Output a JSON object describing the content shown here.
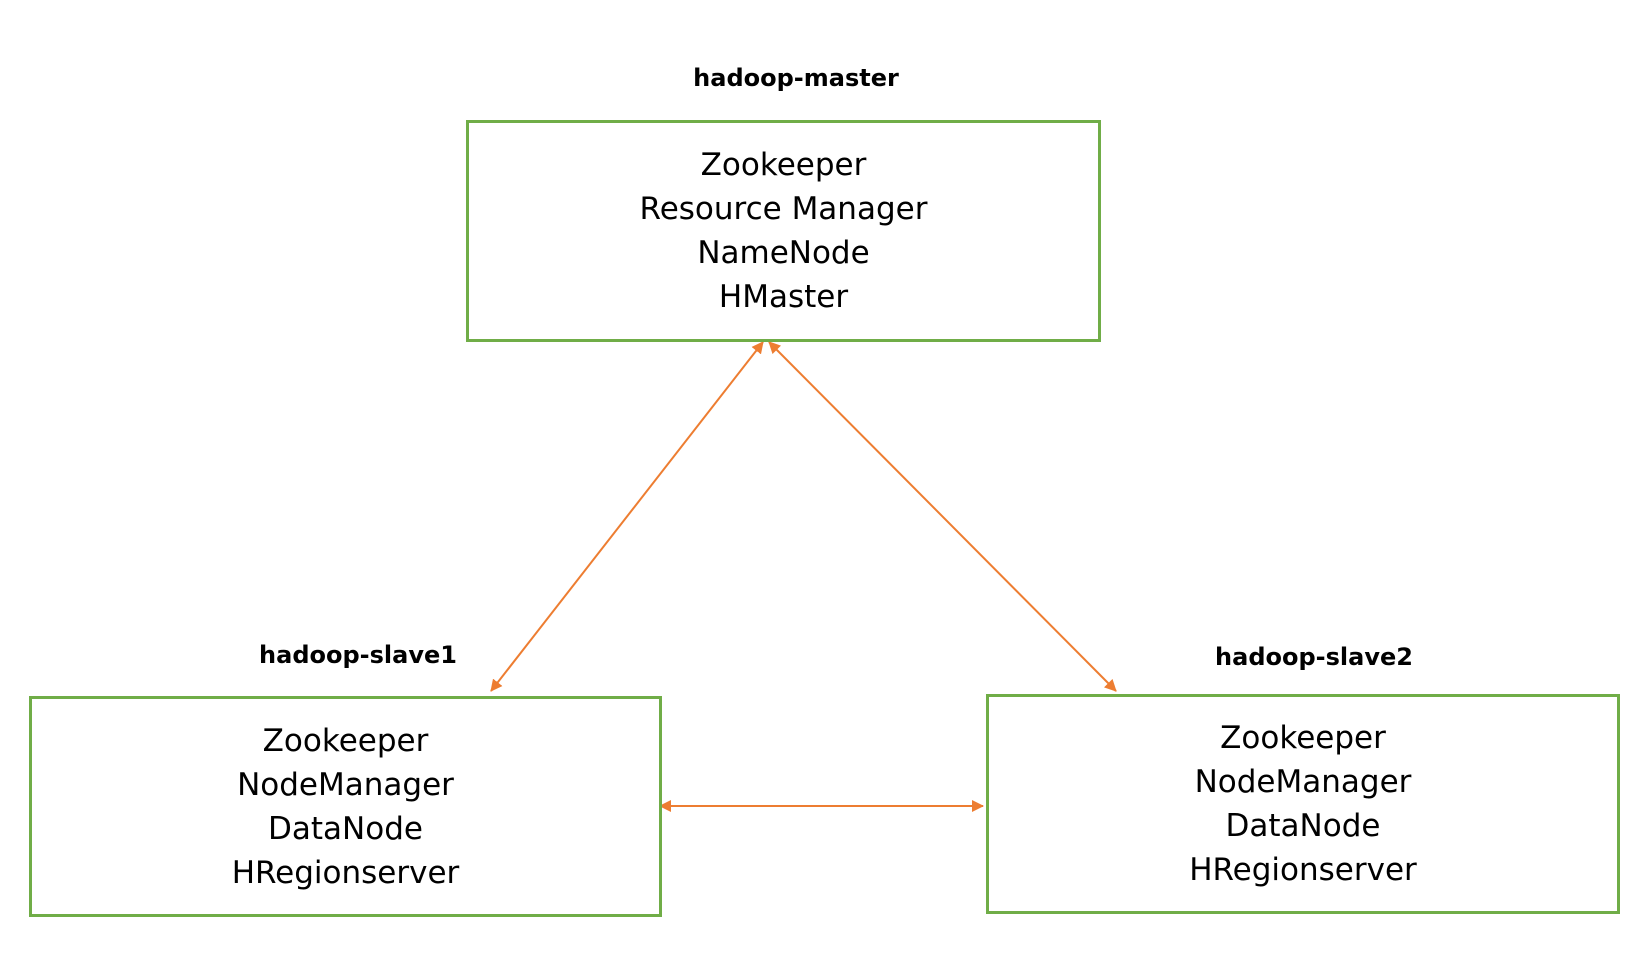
{
  "nodes": [
    {
      "id": "master",
      "title": "hadoop-master",
      "services": [
        "Zookeeper",
        "Resource Manager",
        "NameNode",
        "HMaster"
      ]
    },
    {
      "id": "slave1",
      "title": "hadoop-slave1",
      "services": [
        "Zookeeper",
        "NodeManager",
        "DataNode",
        "HRegionserver"
      ]
    },
    {
      "id": "slave2",
      "title": "hadoop-slave2",
      "services": [
        "Zookeeper",
        "NodeManager",
        "DataNode",
        "HRegionserver"
      ]
    }
  ],
  "colors": {
    "box_border": "#70ad47",
    "connector": "#ed7d31"
  }
}
